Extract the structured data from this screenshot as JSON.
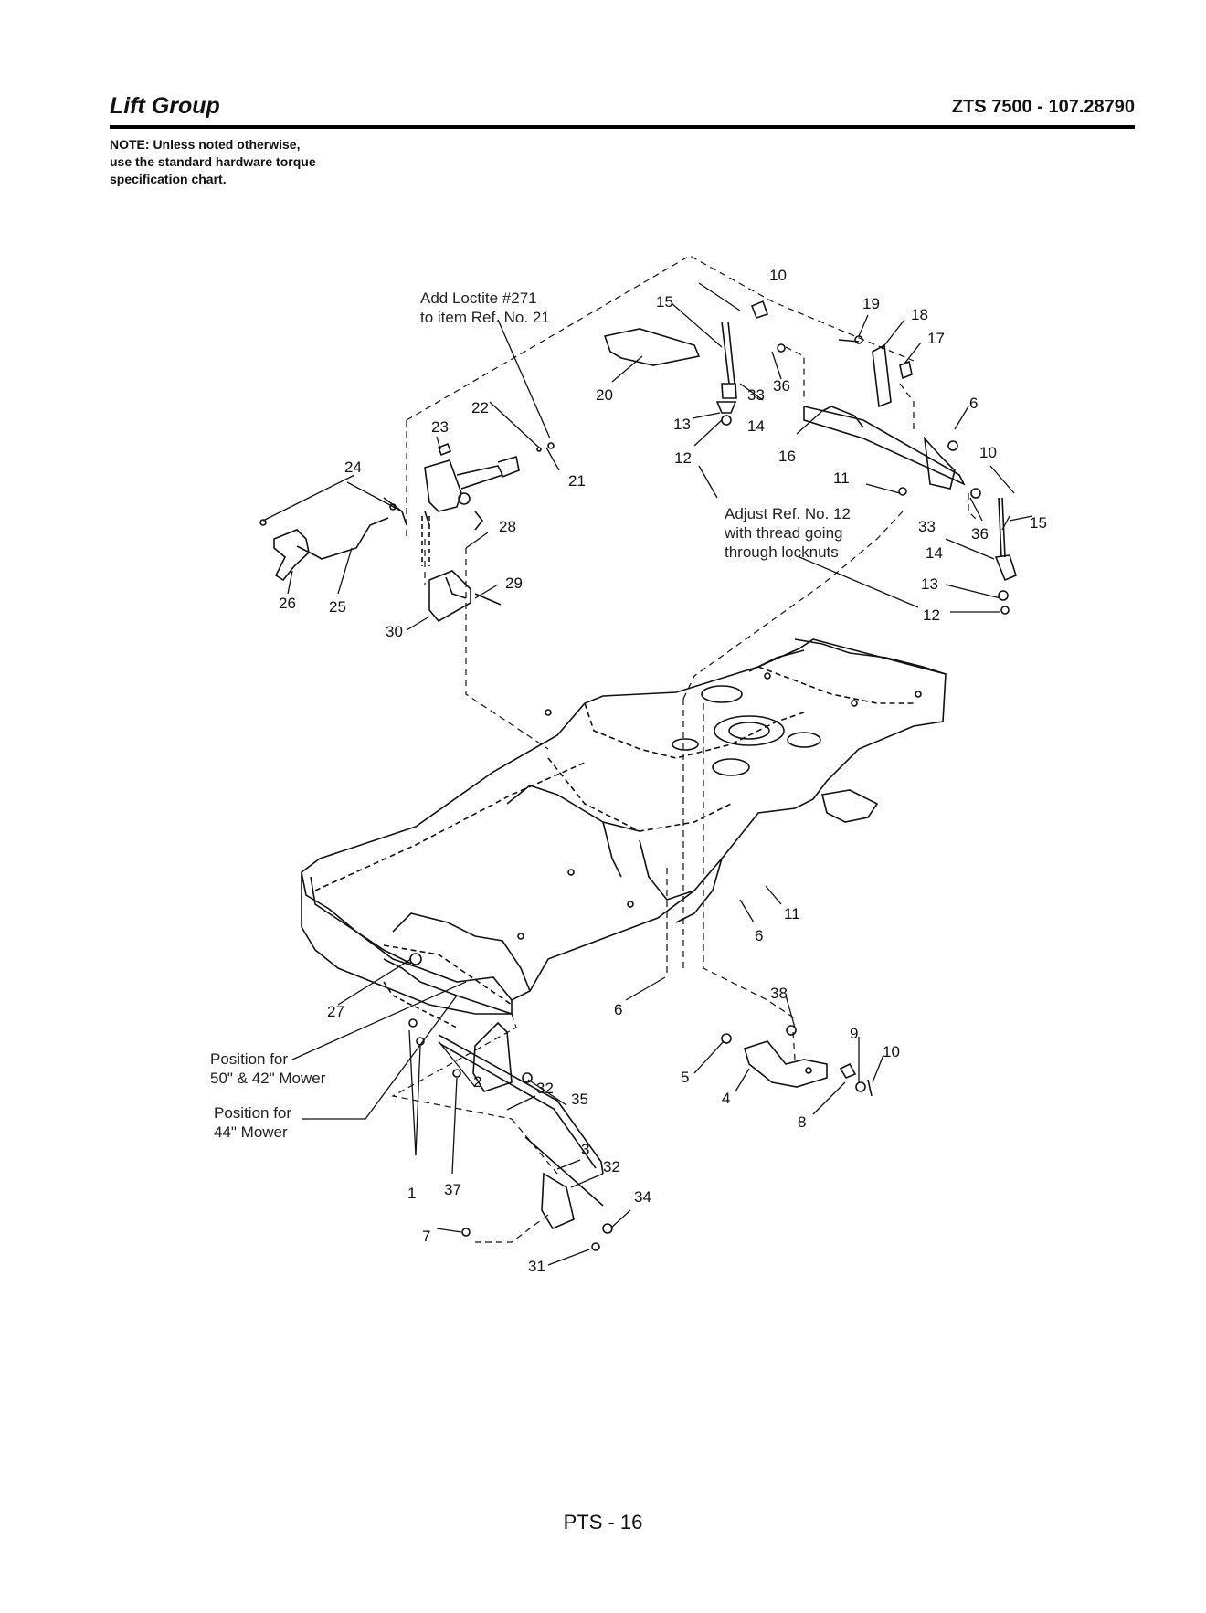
{
  "header": {
    "title": "Lift Group",
    "model": "ZTS 7500 - 107.28790"
  },
  "note": {
    "line1": "NOTE: Unless noted otherwise,",
    "line2": "use the standard hardware torque",
    "line3": "specification chart."
  },
  "annotations": {
    "loctite_line1": "Add Loctite #271",
    "loctite_line2": "to item Ref. No. 21",
    "adjust_line1": "Adjust Ref. No. 12",
    "adjust_line2": "with thread going",
    "adjust_line3": "through locknuts",
    "pos50_line1": "Position for",
    "pos50_line2": "50\" & 42\" Mower",
    "pos44_line1": "Position for",
    "pos44_line2": "44\" Mower"
  },
  "callouts": [
    "10",
    "15",
    "19",
    "18",
    "17",
    "20",
    "33",
    "36",
    "13",
    "14",
    "12",
    "16",
    "6",
    "10",
    "11",
    "33",
    "36",
    "15",
    "14",
    "13",
    "12",
    "22",
    "23",
    "21",
    "24",
    "28",
    "29",
    "26",
    "25",
    "30",
    "11",
    "6",
    "6",
    "27",
    "38",
    "9",
    "10",
    "5",
    "4",
    "8",
    "2",
    "32",
    "35",
    "3",
    "32",
    "34",
    "1",
    "37",
    "7",
    "31"
  ],
  "footer": {
    "page": "PTS - 16"
  }
}
